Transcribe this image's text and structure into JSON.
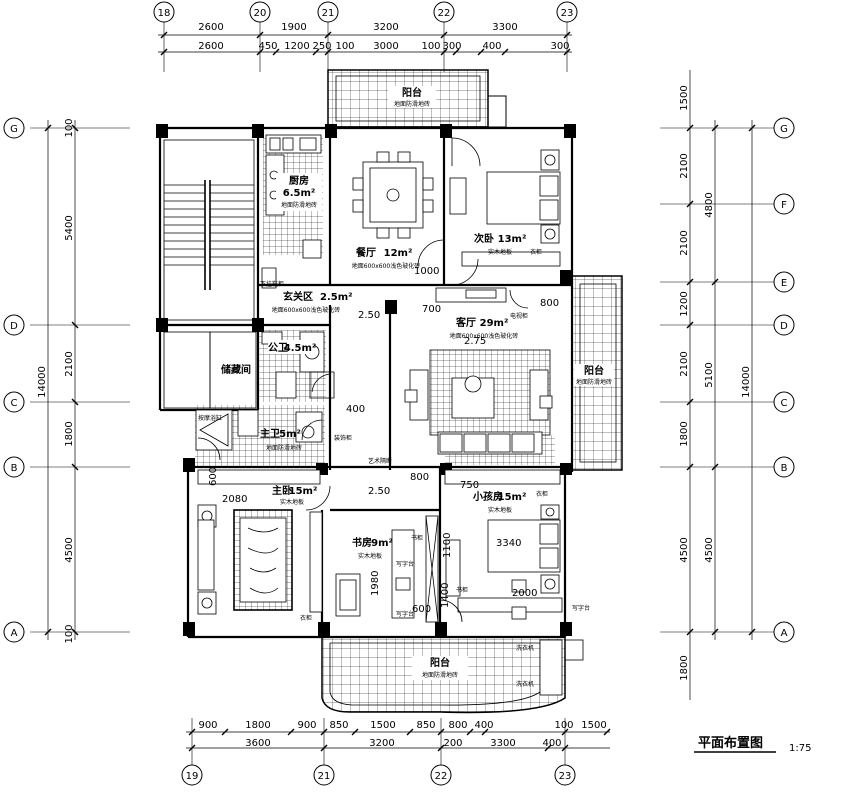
{
  "axes": {
    "top": [
      "18",
      "20",
      "21",
      "22",
      "23"
    ],
    "bottom": [
      "19",
      "21",
      "22",
      "23"
    ],
    "left": [
      "G",
      "D",
      "C",
      "B",
      "A"
    ],
    "right": [
      "G",
      "F",
      "E",
      "D",
      "C",
      "B",
      "A"
    ]
  },
  "dims": {
    "top_row1": [
      "2600",
      "1900",
      "3200",
      "3300"
    ],
    "top_row2": [
      "2600",
      "450",
      "1200",
      "250",
      "100",
      "3000",
      "100",
      "300",
      "400",
      "300"
    ],
    "bottom_row1": [
      "900",
      "1800",
      "900",
      "850",
      "1500",
      "850",
      "800",
      "400",
      "100",
      "1500"
    ],
    "bottom_row2": [
      "3600",
      "3200",
      "200",
      "3300",
      "400"
    ],
    "left_col1": [
      "100",
      "5400",
      "2100",
      "1800",
      "4500",
      "100"
    ],
    "left_total": "14000",
    "right_col1": [
      "1500",
      "2100",
      "2100",
      "1200",
      "2100",
      "1800",
      "4500",
      "1800"
    ],
    "right_col2": [
      "4800",
      "5100",
      "4500"
    ],
    "right_total": "14000",
    "interior": [
      "1000",
      "700",
      "800",
      "400",
      "800",
      "750",
      "600",
      "2080",
      "3340",
      "1100",
      "1400",
      "1980",
      "600",
      "2000",
      "2.50",
      "2.50",
      "2.75"
    ]
  },
  "rooms": [
    {
      "name": "阳台",
      "sub": "地面防滑地砖"
    },
    {
      "name": "厨房",
      "area": "6.5m²",
      "sub": "地面防滑地砖"
    },
    {
      "name": "餐厅",
      "area": "12m²",
      "sub": "地面600x600浅色玻化砖"
    },
    {
      "name": "次卧",
      "area": "13m²",
      "sub": "实木地板"
    },
    {
      "name": "玄关区",
      "area": "2.5m²",
      "sub": "地面600x600浅色玻化砖"
    },
    {
      "name": "客厅",
      "area": "29m²",
      "sub": "地面600x600浅色玻化砖"
    },
    {
      "name": "公卫",
      "area": "4.5m²",
      "sub": ""
    },
    {
      "name": "储藏间",
      "area": "",
      "sub": ""
    },
    {
      "name": "阳台",
      "sub": "地面防滑地砖"
    },
    {
      "name": "主卫",
      "area": "5m²",
      "sub": "地面防滑地砖"
    },
    {
      "name": "主卧",
      "area": "15m²",
      "sub": "实木地板"
    },
    {
      "name": "书房",
      "area": "9m²",
      "sub": "实木地板"
    },
    {
      "name": "小孩房",
      "area": "15m²",
      "sub": "实木地板"
    },
    {
      "name": "阳台",
      "sub": "地面防滑地砖"
    }
  ],
  "labels": {
    "shoe": "鞋柜",
    "tv_cabinet": "电视柜",
    "desk1": "写字台",
    "desk2": "写字台",
    "desk3": "写字台",
    "wardrobe1": "衣柜",
    "wardrobe2": "衣柜",
    "wardrobe3": "衣柜",
    "bath": "按摩浴缸",
    "washer": "洗衣机",
    "dryer": "洗衣机",
    "hall_partition": "艺术隔断",
    "cabinet": "装饰柜",
    "bookcase": "书柜",
    "bookcase2": "书柜",
    "shoe2": "下挂鞋柜"
  },
  "title": {
    "name": "平面布置图",
    "scale": "1:75"
  }
}
